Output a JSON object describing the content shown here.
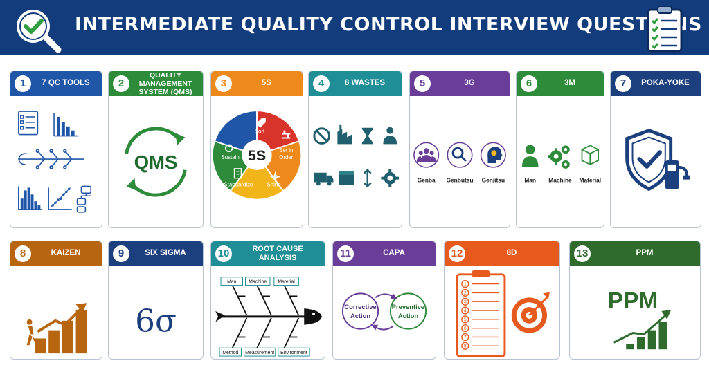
{
  "title": "INTERMEDIATE QUALITY CONTROL INTERVIEW QUESTIONS",
  "cards": [
    {
      "num": "1",
      "title": "7 QC TOOLS",
      "color": "#1f56a8"
    },
    {
      "num": "2",
      "title": "QUALITY MANAGEMENT SYSTEM (QMS)",
      "color": "#2e8b3a",
      "center_text": "QMS"
    },
    {
      "num": "3",
      "title": "5S",
      "color": "#ee8a1c",
      "center": "5S",
      "segments": [
        "Sort",
        "Set in Order",
        "Shine",
        "Standardize",
        "Sustain"
      ]
    },
    {
      "num": "4",
      "title": "8 WASTES",
      "color": "#1f8e96"
    },
    {
      "num": "5",
      "title": "3G",
      "color": "#6a3d98",
      "items": [
        "Genba",
        "Genbutsu",
        "Genjitsu"
      ]
    },
    {
      "num": "6",
      "title": "3M",
      "color": "#2e8b3a",
      "items": [
        "Man",
        "Machine",
        "Material"
      ]
    },
    {
      "num": "7",
      "title": "POKA-YOKE",
      "color": "#1c3f7d"
    },
    {
      "num": "8",
      "title": "KAIZEN",
      "color": "#b8650f"
    },
    {
      "num": "9",
      "title": "SIX SIGMA",
      "color": "#1c3f7d",
      "symbol": "6σ"
    },
    {
      "num": "10",
      "title": "ROOT CAUSE ANALYSIS",
      "color": "#1f8e96",
      "causes": [
        "Man",
        "Machine",
        "Material",
        "Method",
        "Measurement",
        "Environment"
      ]
    },
    {
      "num": "11",
      "title": "CAPA",
      "color": "#6a3d98",
      "items": [
        "Corrective Action",
        "Preventive Action"
      ],
      "corrective": "Corrective",
      "corrective2": "Action",
      "preventive": "Preventive",
      "preventive2": "Action"
    },
    {
      "num": "12",
      "title": "8D",
      "color": "#e65a1e",
      "steps": [
        "1",
        "2",
        "3",
        "4",
        "5",
        "6",
        "7",
        "8"
      ]
    },
    {
      "num": "13",
      "title": "PPM",
      "color": "#2e6b2c",
      "text": "PPM"
    }
  ]
}
